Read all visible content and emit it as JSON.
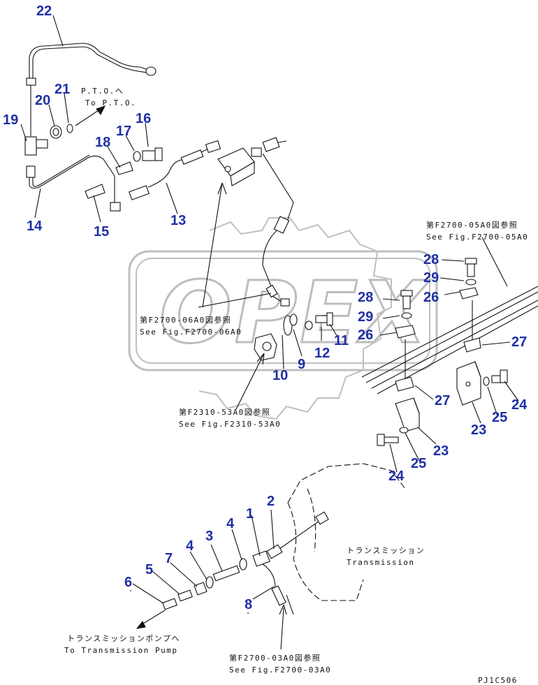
{
  "watermark": {
    "text": "OPEX"
  },
  "callouts": [
    {
      "id": "22",
      "label": "22"
    },
    {
      "id": "21",
      "label": "21"
    },
    {
      "id": "20",
      "label": "20"
    },
    {
      "id": "19",
      "label": "19"
    },
    {
      "id": "16",
      "label": "16"
    },
    {
      "id": "17",
      "label": "17"
    },
    {
      "id": "18",
      "label": "18"
    },
    {
      "id": "14",
      "label": "14"
    },
    {
      "id": "15",
      "label": "15"
    },
    {
      "id": "13",
      "label": "13"
    },
    {
      "id": "28a",
      "label": "28"
    },
    {
      "id": "29a",
      "label": "29"
    },
    {
      "id": "26a",
      "label": "26"
    },
    {
      "id": "28b",
      "label": "28"
    },
    {
      "id": "29b",
      "label": "29"
    },
    {
      "id": "26b",
      "label": "26"
    },
    {
      "id": "27a",
      "label": "27"
    },
    {
      "id": "11",
      "label": "11"
    },
    {
      "id": "12",
      "label": "12"
    },
    {
      "id": "9",
      "label": "9"
    },
    {
      "id": "10",
      "label": "10"
    },
    {
      "id": "27b",
      "label": "27"
    },
    {
      "id": "24a",
      "label": "24"
    },
    {
      "id": "25a",
      "label": "25"
    },
    {
      "id": "23a",
      "label": "23"
    },
    {
      "id": "23b",
      "label": "23"
    },
    {
      "id": "25b",
      "label": "25"
    },
    {
      "id": "24b",
      "label": "24"
    },
    {
      "id": "2",
      "label": "2"
    },
    {
      "id": "1",
      "label": "1"
    },
    {
      "id": "4a",
      "label": "4"
    },
    {
      "id": "3",
      "label": "3"
    },
    {
      "id": "4b",
      "label": "4"
    },
    {
      "id": "7",
      "label": "7"
    },
    {
      "id": "5",
      "label": "5"
    },
    {
      "id": "6",
      "label": "6"
    },
    {
      "id": "8",
      "label": "8"
    }
  ],
  "references": [
    {
      "id": "pto_jp",
      "text": "P.T.O.へ"
    },
    {
      "id": "pto_en",
      "text": "To P.T.O."
    },
    {
      "id": "f2700_05_jp",
      "text": "第F2700-05A0図参照"
    },
    {
      "id": "f2700_05_en",
      "text": "See Fig.F2700-05A0"
    },
    {
      "id": "f2700_06_jp",
      "text": "第F2700-06A0図参照"
    },
    {
      "id": "f2700_06_en",
      "text": "See Fig.F2700-06A0"
    },
    {
      "id": "f2310_53_jp",
      "text": "第F2310-53A0図参照"
    },
    {
      "id": "f2310_53_en",
      "text": "See Fig.F2310-53A0"
    },
    {
      "id": "trans_jp",
      "text": "トランスミッション"
    },
    {
      "id": "trans_en",
      "text": "Transmission"
    },
    {
      "id": "pump_jp",
      "text": "トランスミッションポンプへ"
    },
    {
      "id": "pump_en",
      "text": "To Transmission Pump"
    },
    {
      "id": "f2700_03_jp",
      "text": "第F2700-03A0図参照"
    },
    {
      "id": "f2700_03_en",
      "text": "See Fig.F2700-03A0"
    }
  ],
  "drawing_code": "PJ1C506",
  "colors": {
    "callout": "#1f2fa6",
    "line": "#111111",
    "watermark": "#bfbfbf"
  }
}
